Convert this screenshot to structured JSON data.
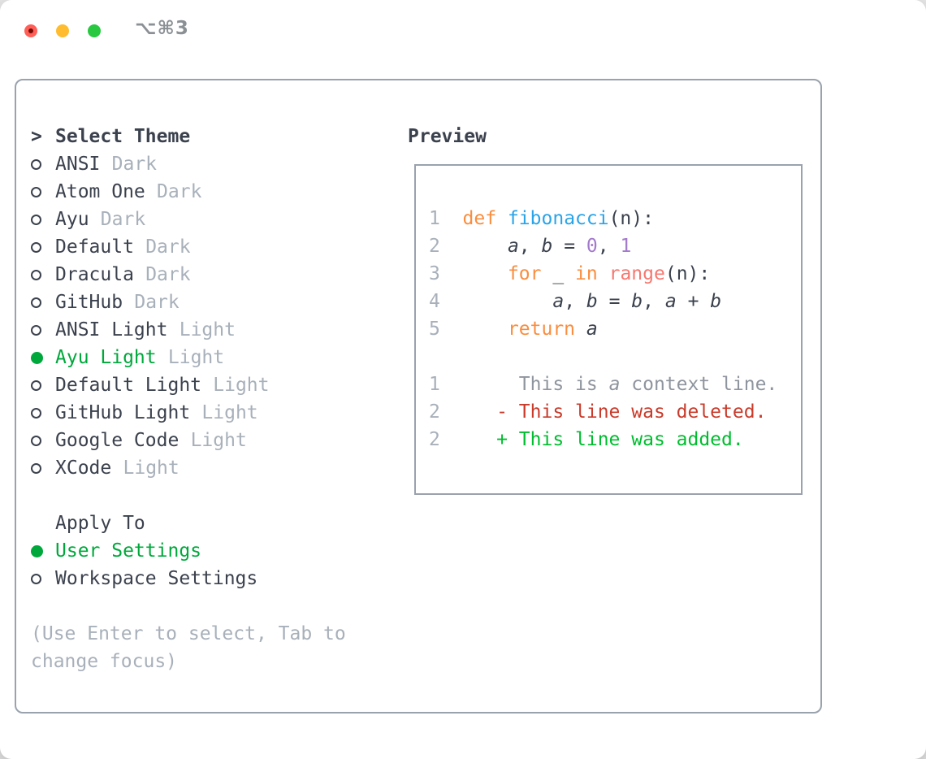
{
  "colors": {
    "fg": "#3b414d",
    "muted": "#a8b0ba",
    "ctx": "#8f959e",
    "border": "#9aa2ad",
    "green": "#00a83c",
    "kw": "#fa8d3e",
    "fn": "#29a4e9",
    "num": "#a37acc",
    "call": "#f8776f",
    "del": "#c93b2b",
    "add": "#00bd2f",
    "title": "#8b9095",
    "tl-red": "#ff5f57",
    "tl-red-dot": "#750a03",
    "tl-yellow": "#febc2e",
    "tl-green": "#28c840"
  },
  "window": {
    "shortcut": "⌥⌘3"
  },
  "theme_panel": {
    "header": {
      "prompt": ">",
      "label": "Select Theme"
    },
    "items": [
      {
        "name": "ANSI",
        "variant": "Dark",
        "selected": false
      },
      {
        "name": "Atom One",
        "variant": "Dark",
        "selected": false
      },
      {
        "name": "Ayu",
        "variant": "Dark",
        "selected": false
      },
      {
        "name": "Default",
        "variant": "Dark",
        "selected": false
      },
      {
        "name": "Dracula",
        "variant": "Dark",
        "selected": false
      },
      {
        "name": "GitHub",
        "variant": "Dark",
        "selected": false
      },
      {
        "name": "ANSI Light",
        "variant": "Light",
        "selected": false
      },
      {
        "name": "Ayu Light",
        "variant": "Light",
        "selected": true
      },
      {
        "name": "Default Light",
        "variant": "Light",
        "selected": false
      },
      {
        "name": "GitHub Light",
        "variant": "Light",
        "selected": false
      },
      {
        "name": "Google Code",
        "variant": "Light",
        "selected": false
      },
      {
        "name": "XCode",
        "variant": "Light",
        "selected": false
      }
    ],
    "apply_to": {
      "label": "Apply To",
      "options": [
        {
          "label": "User Settings",
          "selected": true
        },
        {
          "label": "Workspace Settings",
          "selected": false
        }
      ]
    },
    "hint": "(Use Enter to select, Tab to change focus)"
  },
  "preview": {
    "label": "Preview",
    "lines": [
      [
        {
          "t": "1  ",
          "c": "ln"
        },
        {
          "t": "def",
          "c": "kw"
        },
        {
          "t": " ",
          "c": "fg"
        },
        {
          "t": "fibonacci",
          "c": "fn"
        },
        {
          "t": "(n):",
          "c": "fg"
        }
      ],
      [
        {
          "t": "2  ",
          "c": "ln"
        },
        {
          "t": "    ",
          "c": "fg"
        },
        {
          "t": "a",
          "c": "fg",
          "i": true
        },
        {
          "t": ", ",
          "c": "fg"
        },
        {
          "t": "b",
          "c": "fg",
          "i": true
        },
        {
          "t": " = ",
          "c": "fg"
        },
        {
          "t": "0",
          "c": "num"
        },
        {
          "t": ", ",
          "c": "fg"
        },
        {
          "t": "1",
          "c": "num"
        }
      ],
      [
        {
          "t": "3  ",
          "c": "ln"
        },
        {
          "t": "    ",
          "c": "fg"
        },
        {
          "t": "for",
          "c": "kw"
        },
        {
          "t": " _ ",
          "c": "fg"
        },
        {
          "t": "in",
          "c": "kw"
        },
        {
          "t": " ",
          "c": "fg"
        },
        {
          "t": "range",
          "c": "call"
        },
        {
          "t": "(n):",
          "c": "fg"
        }
      ],
      [
        {
          "t": "4  ",
          "c": "ln"
        },
        {
          "t": "        ",
          "c": "fg"
        },
        {
          "t": "a",
          "c": "fg",
          "i": true
        },
        {
          "t": ", ",
          "c": "fg"
        },
        {
          "t": "b",
          "c": "fg",
          "i": true
        },
        {
          "t": " = ",
          "c": "fg"
        },
        {
          "t": "b",
          "c": "fg",
          "i": true
        },
        {
          "t": ", ",
          "c": "fg"
        },
        {
          "t": "a",
          "c": "fg",
          "i": true
        },
        {
          "t": " + ",
          "c": "fg"
        },
        {
          "t": "b",
          "c": "fg",
          "i": true
        }
      ],
      [
        {
          "t": "5  ",
          "c": "ln"
        },
        {
          "t": "    ",
          "c": "fg"
        },
        {
          "t": "return",
          "c": "kw"
        },
        {
          "t": " ",
          "c": "fg"
        },
        {
          "t": "a",
          "c": "fg",
          "i": true
        }
      ],
      [],
      [
        {
          "t": "1  ",
          "c": "ln"
        },
        {
          "t": "     This is ",
          "c": "ctx"
        },
        {
          "t": "a",
          "c": "ctx",
          "i": true
        },
        {
          "t": " context line.",
          "c": "ctx"
        }
      ],
      [
        {
          "t": "2  ",
          "c": "ln"
        },
        {
          "t": "   - This line was deleted.",
          "c": "del"
        }
      ],
      [
        {
          "t": "2  ",
          "c": "ln"
        },
        {
          "t": "   + This line was added.",
          "c": "add"
        }
      ]
    ]
  }
}
